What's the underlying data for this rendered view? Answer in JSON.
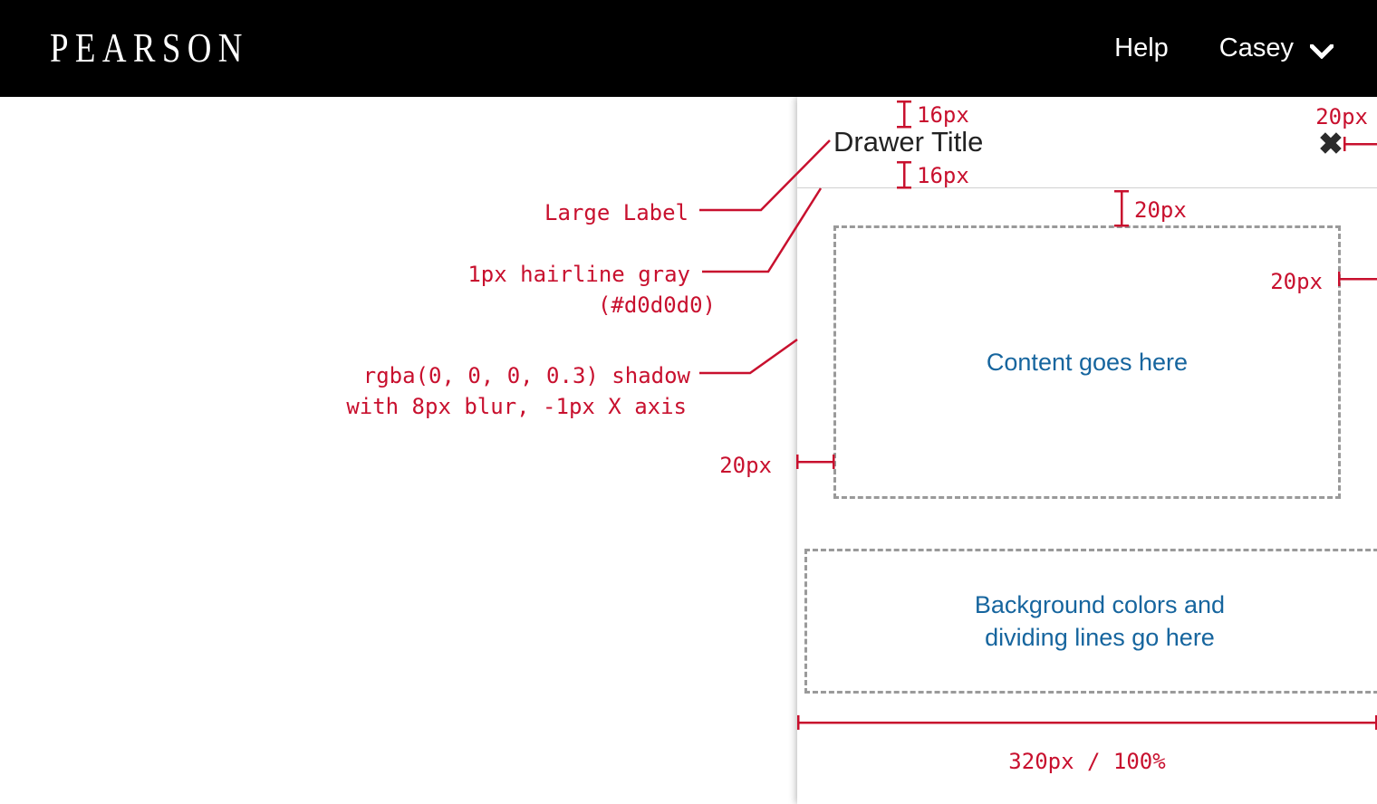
{
  "header": {
    "brand": "PEARSON",
    "help_label": "Help",
    "user_label": "Casey",
    "chevron_icon": "chevron-down-icon",
    "background_color": "#000000",
    "text_color": "#ffffff"
  },
  "drawer": {
    "title": "Drawer Title",
    "close_icon": "✖",
    "close_icon_name": "close-icon",
    "divider_color": "#d0d0d0",
    "shadow": "rgba(0, 0, 0, 0.3) 8px blur, -1px X axis",
    "width_label": "320px / 100%",
    "boxes": [
      {
        "text": "Content goes here",
        "color": "#16659e"
      },
      {
        "text": "Background colors and\ndividing lines go here",
        "color": "#16659e"
      }
    ]
  },
  "annotations": {
    "color": "#c8102e",
    "title_top_spacing": "16px",
    "title_bottom_spacing": "16px",
    "close_right_spacing": "20px",
    "content_top_spacing": "20px",
    "content_right_spacing": "20px",
    "content_left_spacing": "20px",
    "large_label": "Large Label",
    "hairline_line1": "1px hairline gray",
    "hairline_line2": "(#d0d0d0)",
    "shadow_line1": "rgba(0, 0, 0, 0.3) shadow",
    "shadow_line2": "with 8px blur, -1px X axis",
    "drawer_width": "320px / 100%"
  }
}
